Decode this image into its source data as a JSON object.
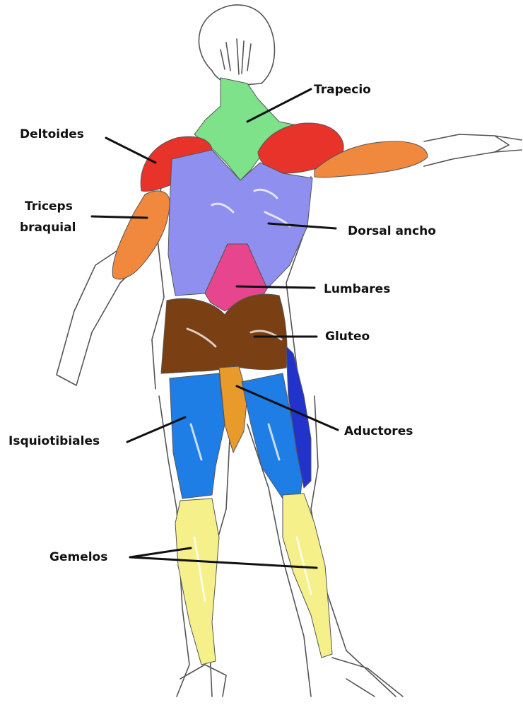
{
  "labels": {
    "trapecio": "Trapecio",
    "deltoides": "Deltoides",
    "triceps_line1": "Triceps",
    "triceps_line2": "braquial",
    "dorsal": "Dorsal ancho",
    "lumbares": "Lumbares",
    "gluteo": "Gluteo",
    "aductores": "Aductores",
    "isquiotibiales": "Isquiotibiales",
    "gemelos": "Gemelos"
  },
  "colors": {
    "trapecio": "#7ee28a",
    "deltoides": "#e8332b",
    "triceps": "#f0883e",
    "dorsal": "#8f8fef",
    "lumbares": "#e8458f",
    "gluteo": "#7a3f12",
    "aductores": "#e89a2a",
    "isquiotibiales": "#1f7de6",
    "gemelos": "#f5f08a",
    "side_thigh": "#2233cc"
  }
}
